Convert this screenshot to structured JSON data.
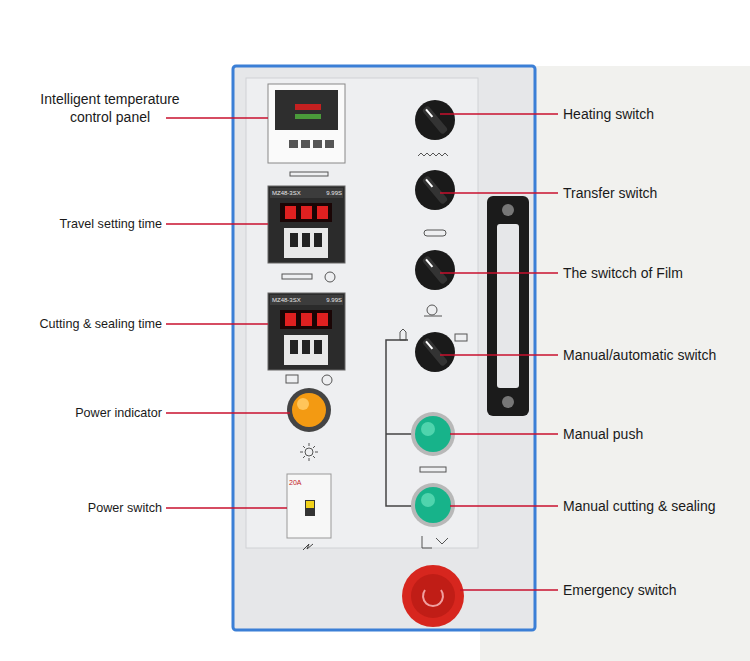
{
  "diagram": {
    "labels": [
      "Intelligent temperature control panel",
      "Travel setting time",
      "Cutting & sealing time",
      "Power indicator",
      "Power switch",
      "Heating switch",
      "Transfer switch",
      "The switcch of Film",
      "Manual/automatic switch",
      "Manual push",
      "Manual cutting & sealing",
      "Emergency switch",
      "MZ48-3SX",
      "9.99S",
      "MZ48-3SX",
      "9.99S",
      "20A"
    ]
  }
}
